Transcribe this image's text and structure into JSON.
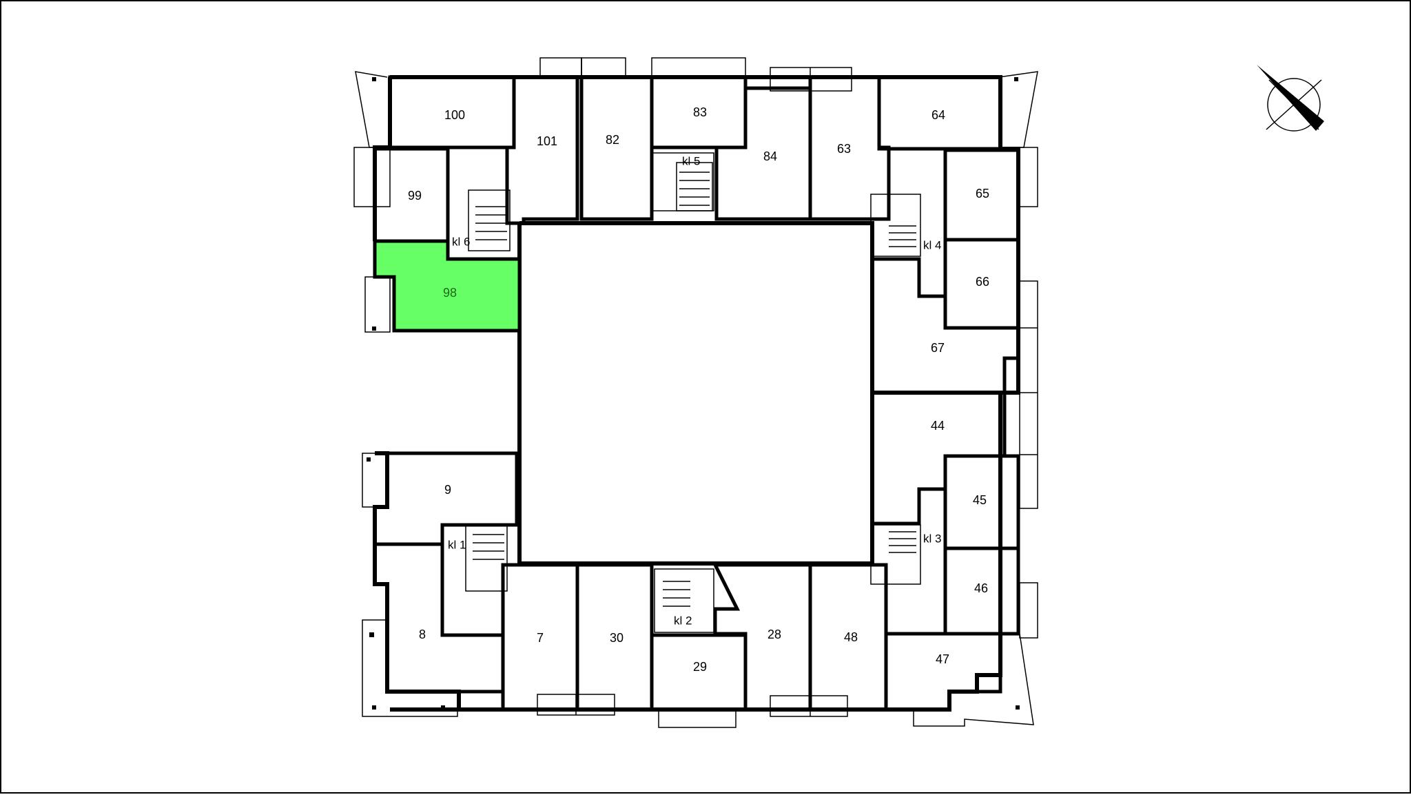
{
  "plan": {
    "selected_unit": "98",
    "colors": {
      "selected_fill": "#66ff66",
      "wall": "#000000",
      "background": "#ffffff",
      "selected_label": "#1a6b1a"
    },
    "units": [
      {
        "id": "100",
        "label": "100"
      },
      {
        "id": "101",
        "label": "101"
      },
      {
        "id": "82",
        "label": "82"
      },
      {
        "id": "83",
        "label": "83"
      },
      {
        "id": "84",
        "label": "84"
      },
      {
        "id": "63",
        "label": "63"
      },
      {
        "id": "64",
        "label": "64"
      },
      {
        "id": "99",
        "label": "99"
      },
      {
        "id": "98",
        "label": "98"
      },
      {
        "id": "65",
        "label": "65"
      },
      {
        "id": "66",
        "label": "66"
      },
      {
        "id": "67",
        "label": "67"
      },
      {
        "id": "44",
        "label": "44"
      },
      {
        "id": "45",
        "label": "45"
      },
      {
        "id": "46",
        "label": "46"
      },
      {
        "id": "47",
        "label": "47"
      },
      {
        "id": "48",
        "label": "48"
      },
      {
        "id": "28",
        "label": "28"
      },
      {
        "id": "29",
        "label": "29"
      },
      {
        "id": "30",
        "label": "30"
      },
      {
        "id": "7",
        "label": "7"
      },
      {
        "id": "8",
        "label": "8"
      },
      {
        "id": "9",
        "label": "9"
      }
    ],
    "staircases": [
      {
        "id": "kl1",
        "label": "kl 1"
      },
      {
        "id": "kl2",
        "label": "kl 2"
      },
      {
        "id": "kl3",
        "label": "kl 3"
      },
      {
        "id": "kl4",
        "label": "kl 4"
      },
      {
        "id": "kl5",
        "label": "kl 5"
      },
      {
        "id": "kl6",
        "label": "kl 6"
      }
    ],
    "compass": {
      "icon": "north-arrow-icon"
    }
  }
}
